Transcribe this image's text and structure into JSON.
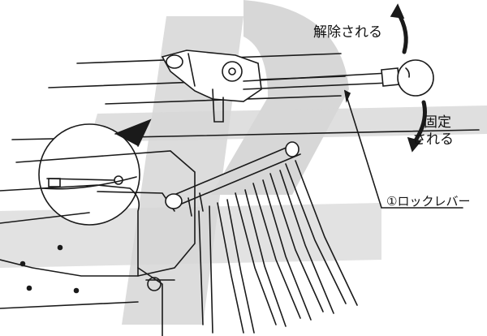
{
  "labels": {
    "release": "解除される",
    "lock_line1": "固定",
    "lock_line2": "される",
    "lock_lever": "①ロックレバー"
  },
  "colors": {
    "line": "#1a1a1a",
    "watermark": "#c8c8c8",
    "background": "#ffffff"
  }
}
